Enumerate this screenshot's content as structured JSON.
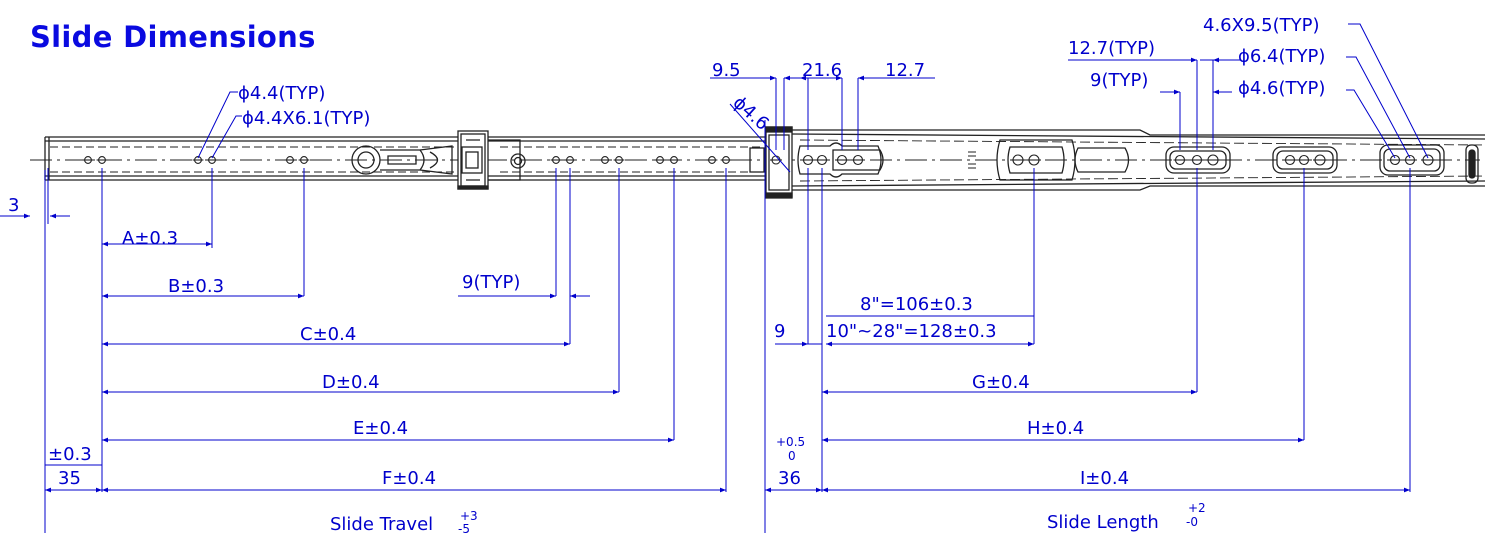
{
  "title": "Slide Dimensions",
  "colors": {
    "dimension": "#0000cc",
    "title": "#0a0ae0",
    "part": "#222222"
  },
  "labels": {
    "hole_44": "ϕ4.4(TYP)",
    "slot_44": "ϕ4.4X6.1(TYP)",
    "d3": "3",
    "A": "A±0.3",
    "B": "B±0.3",
    "C": "C±0.4",
    "D": "D±0.4",
    "E": "E±0.4",
    "F": "F±0.4",
    "pitch9": "9(TYP)",
    "tol03": "±0.3",
    "d35": "35",
    "slide_travel": "Slide Travel",
    "travel_plus": "+3",
    "travel_minus": "-5",
    "d95": "9.5",
    "d216": "21.6",
    "d127": "12.7",
    "hole_46_diag": "ϕ4.6",
    "d127typ": "12.7(TYP)",
    "d9typ": "9(TYP)",
    "slot_46x95": "4.6X9.5(TYP)",
    "hole_64": "ϕ6.4(TYP)",
    "hole_46": "ϕ4.6(TYP)",
    "d8in": "8\"=106±0.3",
    "d10to28": "10\"~28\"=128±0.3",
    "d9": "9",
    "G": "G±0.4",
    "H": "H±0.4",
    "I": "I±0.4",
    "tol_plus05": "+0.5",
    "tol_zero": "0",
    "d36": "36",
    "slide_length": "Slide Length",
    "length_plus": "+2",
    "length_minus": "-0"
  }
}
